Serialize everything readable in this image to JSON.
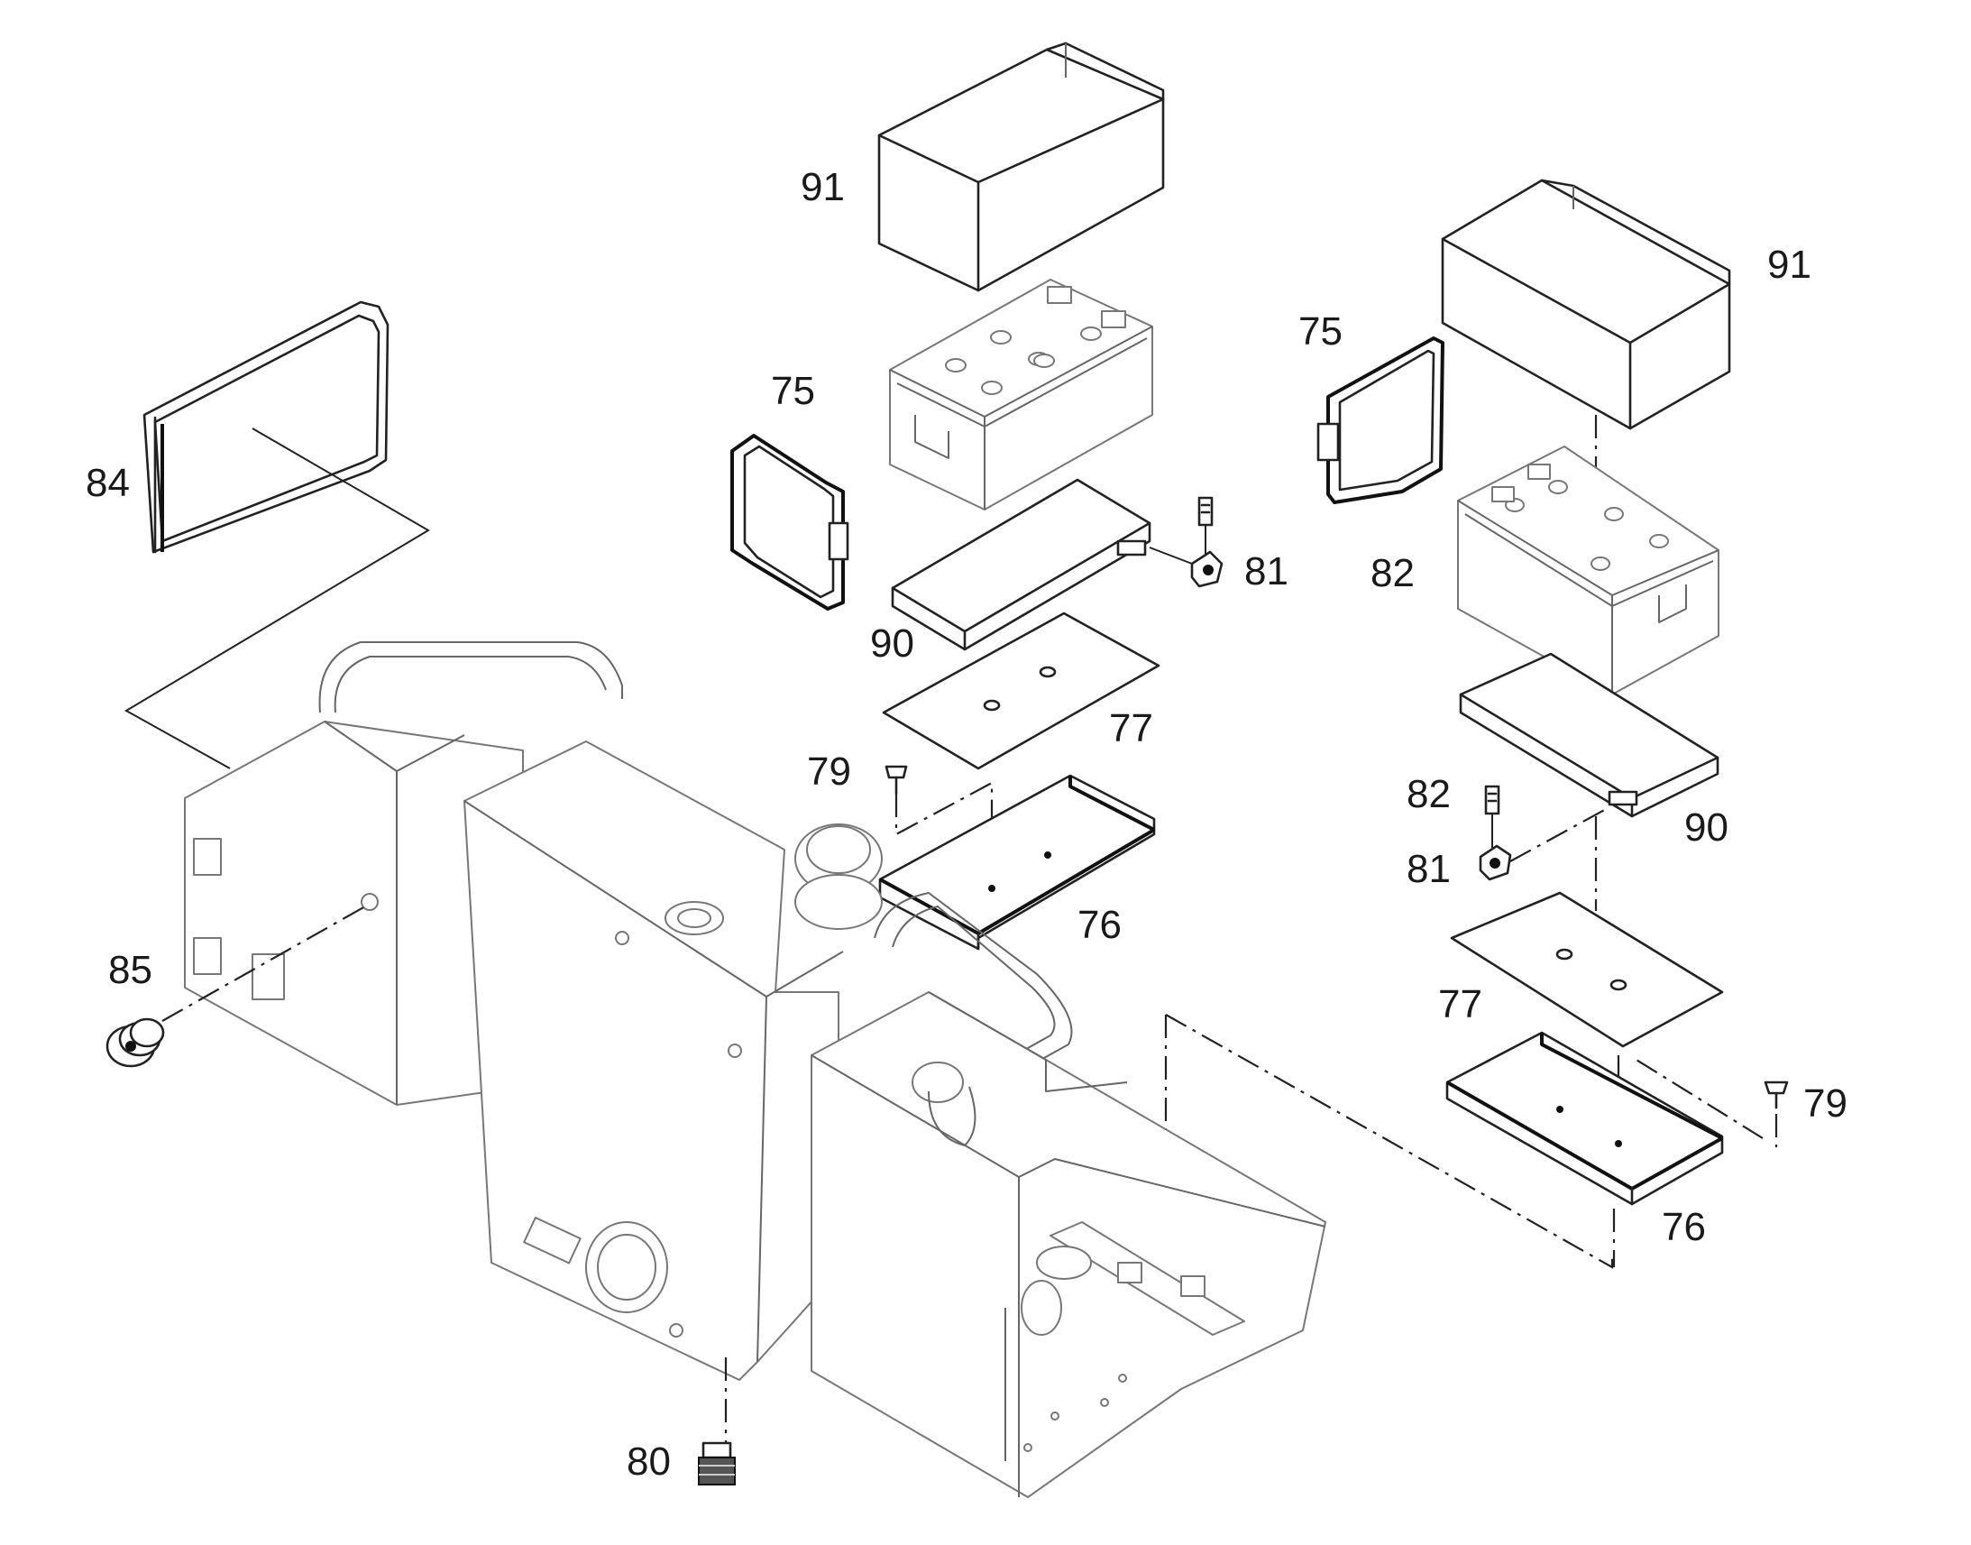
{
  "callouts": {
    "c91a": "91",
    "c91b": "91",
    "c75a": "75",
    "c75b": "75",
    "c84": "84",
    "c81a": "81",
    "c81b": "81",
    "c82a": "82",
    "c82b": "82",
    "c90a": "90",
    "c90b": "90",
    "c77a": "77",
    "c77b": "77",
    "c79a": "79",
    "c79b": "79",
    "c76a": "76",
    "c76b": "76",
    "c85": "85",
    "c80": "80"
  }
}
